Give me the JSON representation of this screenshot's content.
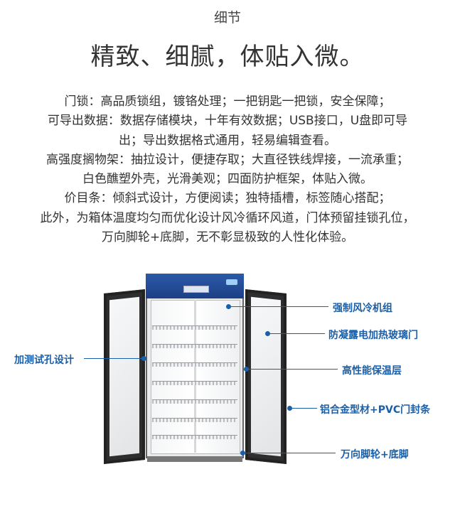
{
  "section_title": "细节",
  "headline": "精致、细腻，体贴入微。",
  "paragraphs": [
    "门锁：高品质锁组，镀铬处理；一把钥匙一把锁，安全保障；",
    "可导出数据：数据存储模块，十年有效数据；USB接口，U盘即可导",
    "出；导出数据格式通用，轻易编辑查看。",
    "高强度搁物架：抽拉设计，便捷存取；大直径铁线焊接，一流承重；",
    "白色醮塑外壳，光滑美观；四面防护框架，体贴入微。",
    "价目条：倾斜式设计，方便阅读；独特插槽，标签随心搭配；",
    "此外，为箱体温度均匀而优化设计风冷循环风道，门体预留挂锁孔位，",
    "万向脚轮+底脚，无不彰显极致的人性化体验。"
  ],
  "callouts": {
    "test_hole": "加测试孔设计",
    "cooling_unit": "强制风冷机组",
    "glass_door": "防凝露电加热玻璃门",
    "insulation": "高性能保温层",
    "door_seal": "铝合金型材+PVC门封条",
    "casters": "万向脚轮+底脚"
  },
  "colors": {
    "accent": "#1a5fa8",
    "text": "#333333",
    "cabinet_top": "#2b5aa8"
  }
}
